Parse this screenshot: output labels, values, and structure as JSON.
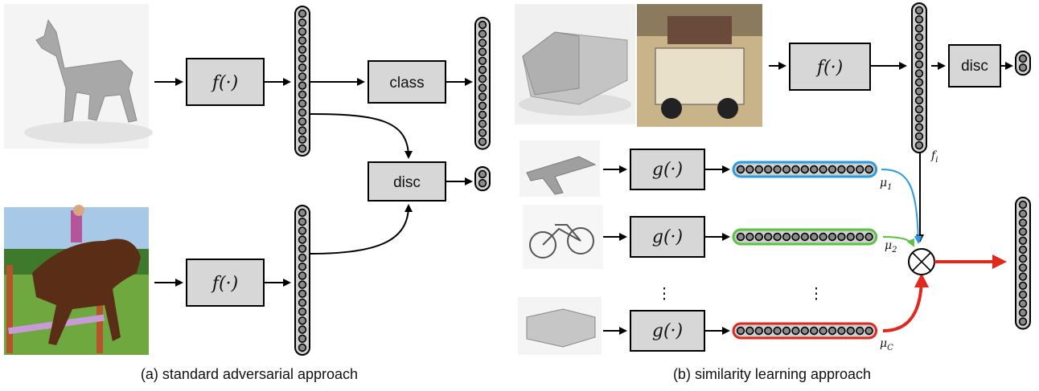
{
  "left_panel": {
    "caption": "(a) standard adversarial approach",
    "f_label": "f(·)",
    "class_label": "class",
    "disc_label": "disc"
  },
  "right_panel": {
    "caption": "(b) similarity learning approach",
    "f_label": "f(·)",
    "g_label": "g(·)",
    "disc_label": "disc",
    "feature_symbol": "f",
    "feature_subscript": "i",
    "prototype_symbols": [
      {
        "base": "μ",
        "sub": "1",
        "color": "#2a9be0"
      },
      {
        "base": "μ",
        "sub": "2",
        "color": "#5cc243"
      },
      {
        "base": "μ",
        "sub": "C",
        "color": "#e0281e"
      }
    ],
    "ellipsis": "⋮",
    "product_symbol": "⊗"
  },
  "colors": {
    "box_fill": "#d7d7d7",
    "dot_fill": "#8a8a8a",
    "accent_red": "#e0281e",
    "accent_blue": "#2a9be0",
    "accent_green": "#5cc243"
  }
}
